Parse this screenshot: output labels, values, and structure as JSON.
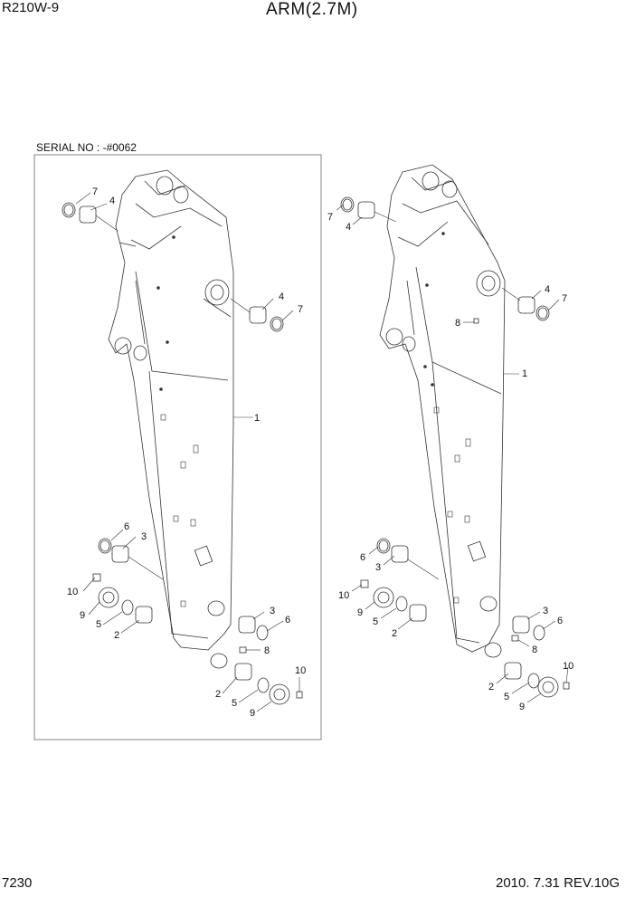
{
  "header": {
    "model": "R210W-9",
    "title": "ARM(2.7M)"
  },
  "serial_note": "SERIAL NO : -#0062",
  "footer": {
    "page_number": "7230",
    "revision": "2010. 7.31  REV.10G"
  },
  "callouts": {
    "left": [
      "7",
      "4",
      "4",
      "7",
      "1",
      "6",
      "3",
      "10",
      "9",
      "5",
      "2",
      "3",
      "6",
      "8",
      "10",
      "2",
      "5",
      "9"
    ],
    "right": [
      "7",
      "4",
      "4",
      "7",
      "8",
      "1",
      "6",
      "3",
      "10",
      "9",
      "5",
      "2",
      "3",
      "6",
      "8",
      "10",
      "2",
      "5",
      "9"
    ]
  }
}
